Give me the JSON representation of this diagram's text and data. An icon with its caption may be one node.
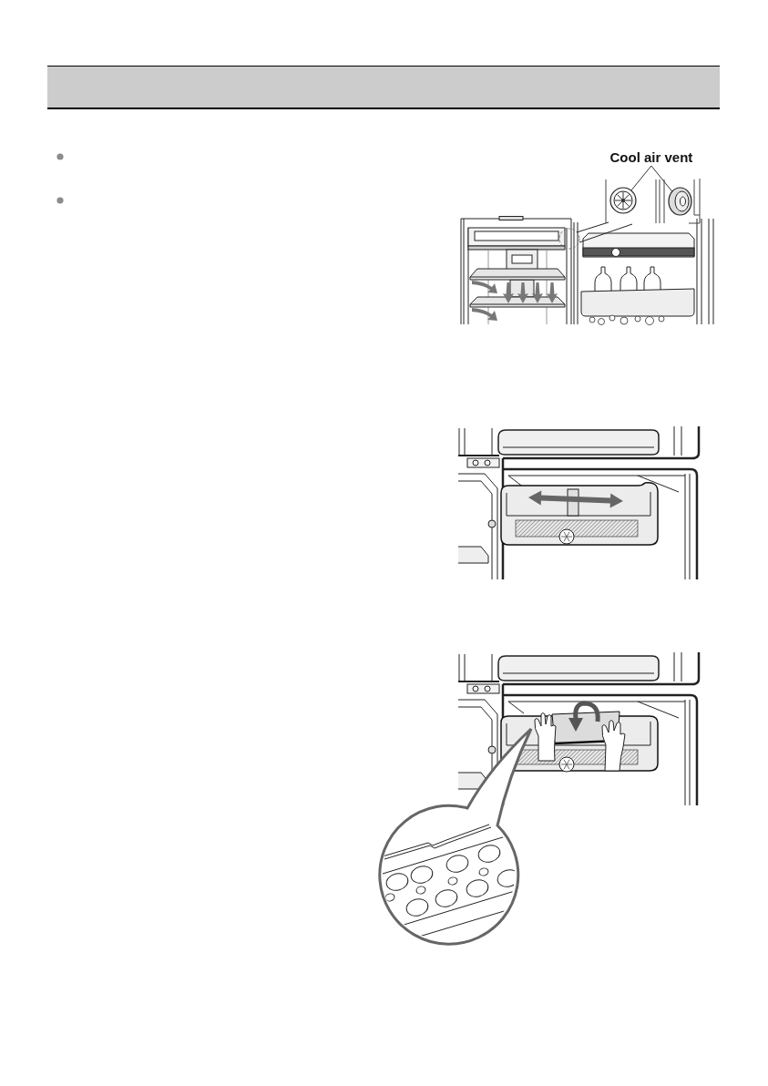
{
  "diagram": {
    "nodes": [
      {
        "text": [
          "Cool air vent"
        ]
      },
      {
        "text": [],
        "shape": "picture"
      },
      {
        "text": [],
        "shape": "picture"
      }
    ],
    "edges": [
      {
        "from": 0,
        "to": 1,
        "arrow": "none"
      },
      {
        "from": 0,
        "to": 2,
        "arrow": "none"
      }
    ]
  }
}
